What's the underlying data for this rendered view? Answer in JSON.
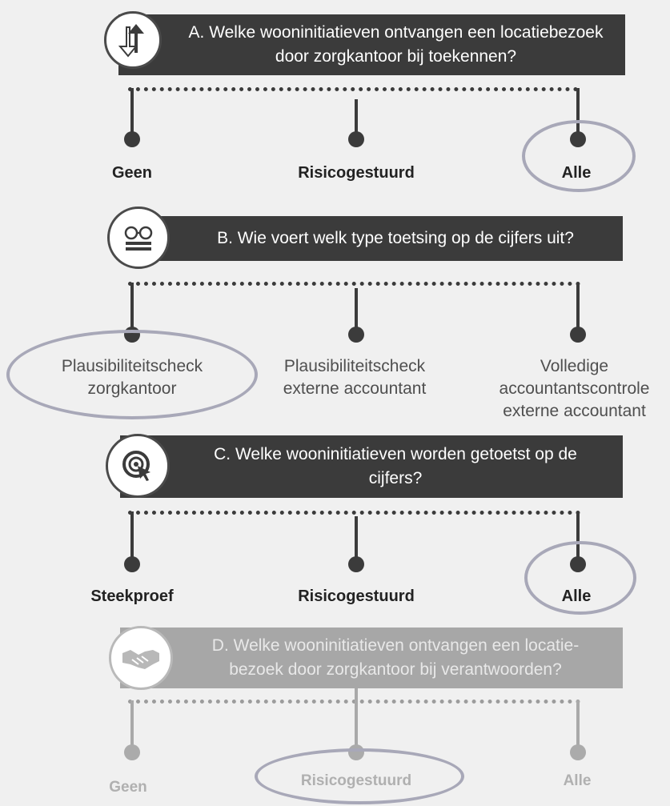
{
  "questions": [
    {
      "text": "A. Welke wooninitiatieven ontvangen een locatiebezoek door zorgkantoor bij toekennen?",
      "icon": "up-down-arrows-icon",
      "options": [
        "Geen",
        "Risicogestuurd",
        "Alle"
      ],
      "selected": "Alle"
    },
    {
      "text": "B. Wie voert welk type toetsing op de cijfers uit?",
      "icon": "glasses-on-document-icon",
      "options": [
        "Plausibiliteitscheck zorgkantoor",
        "Plausibiliteitscheck externe accountant",
        "Volledige accountantscontrole externe accountant"
      ],
      "selected": "Plausibiliteitscheck zorgkantoor"
    },
    {
      "text": "C. Welke wooninitiatieven worden getoetst op de cijfers?",
      "icon": "target-cursor-icon",
      "options": [
        "Steekproef",
        "Risicogestuurd",
        "Alle"
      ],
      "selected": "Alle"
    },
    {
      "text": "D. Welke wooninitiatieven ontvangen een locatie-bezoek door zorgkantoor bij verantwoorden?",
      "icon": "handshake-icon",
      "options": [
        "Geen",
        "Risicogestuurd",
        "Alle"
      ],
      "selected": "Risicogestuurd"
    }
  ],
  "labels": {
    "a1": "Geen",
    "a2": "Risicogestuurd",
    "a3": "Alle",
    "b1l1": "Plausibiliteitscheck",
    "b1l2": "zorgkantoor",
    "b2l1": "Plausibiliteitscheck",
    "b2l2": "externe accountant",
    "b3l1": "Volledige",
    "b3l2": "accountantscontrole",
    "b3l3": "externe accountant",
    "c1": "Steekproef",
    "c2": "Risicogestuurd",
    "c3": "Alle",
    "d1": "Geen",
    "d2": "Risicogestuurd",
    "d3": "Alle"
  },
  "colors": {
    "banner": "#3b3b3b",
    "banner_faded": "#a7a7a7",
    "highlight_ellipse": "#a8a8b8"
  }
}
